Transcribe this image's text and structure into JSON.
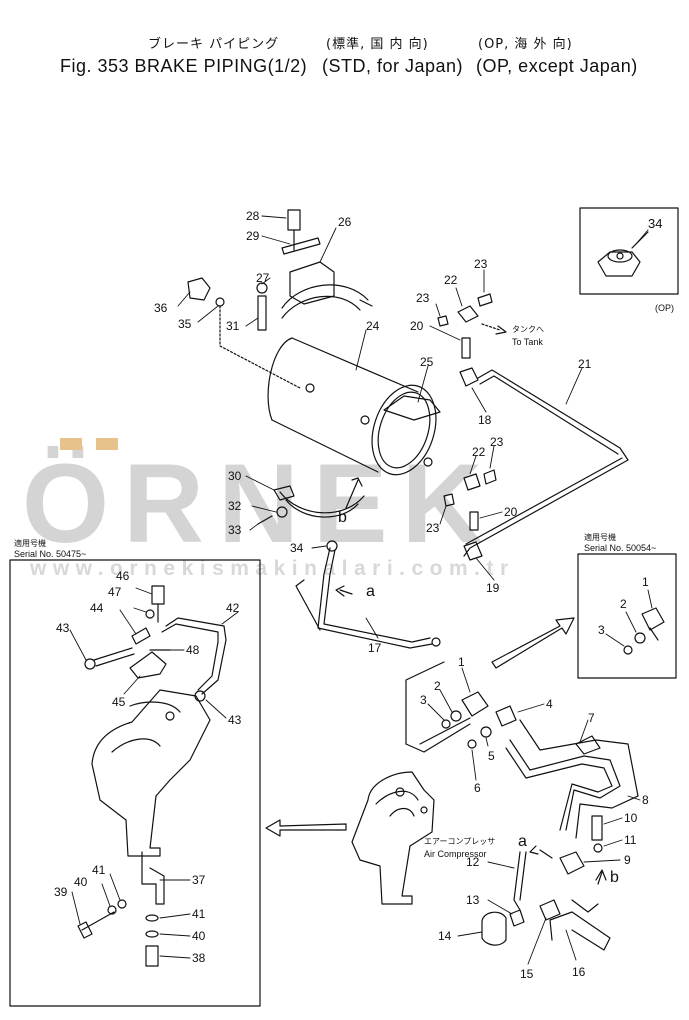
{
  "header": {
    "jp_title": "ブレーキ パイピング",
    "fig_title": "Fig. 353 BRAKE PIPING(1/2)",
    "std_jp": "(標準, 国 内 向)",
    "std_en": "(STD, for Japan)",
    "op_jp": "(OP, 海 外 向)",
    "op_en": "(OP, except Japan)"
  },
  "watermark": {
    "brand": "ÖRNEK",
    "url": "www.ornekismakinalari.com.tr"
  },
  "notes": {
    "op_label": "(OP)",
    "tank_jp": "タンクへ",
    "tank_en": "To Tank",
    "compressor_jp": "エアーコンプレッサ",
    "compressor_en": "Air Compressor",
    "serial_left_jp": "適用号機",
    "serial_left_en": "Serial No. 50475~",
    "serial_right_jp": "適用号機",
    "serial_right_en": "Serial No. 50054~",
    "letter_a": "a",
    "letter_b": "b"
  },
  "callouts": {
    "c28": "28",
    "c29": "29",
    "c26": "26",
    "c27": "27",
    "c36": "36",
    "c35": "35",
    "c31": "31",
    "c24": "24",
    "c25": "25",
    "c22a": "22",
    "c23a": "23",
    "c23b": "23",
    "c20a": "20",
    "c18": "18",
    "c21": "21",
    "c34top": "34",
    "c30": "30",
    "c32": "32",
    "c33": "33",
    "c34": "34",
    "c22b": "22",
    "c23c": "23",
    "c23d": "23",
    "c20b": "20",
    "c19": "19",
    "c17": "17",
    "c46": "46",
    "c47": "47",
    "c44": "44",
    "c42": "42",
    "c43a": "43",
    "c48": "48",
    "c45": "45",
    "c43b": "43",
    "c37": "37",
    "c39": "39",
    "c40a": "40",
    "c41a": "41",
    "c41b": "41",
    "c40b": "40",
    "c38": "38",
    "r1": "1",
    "r2": "2",
    "r3": "3",
    "m1": "1",
    "m2": "2",
    "m3": "3",
    "m4": "4",
    "m5": "5",
    "m6": "6",
    "m7": "7",
    "m8": "8",
    "m9": "9",
    "m10": "10",
    "m11": "11",
    "m12": "12",
    "m13": "13",
    "m14": "14",
    "m15": "15",
    "m16": "16"
  }
}
